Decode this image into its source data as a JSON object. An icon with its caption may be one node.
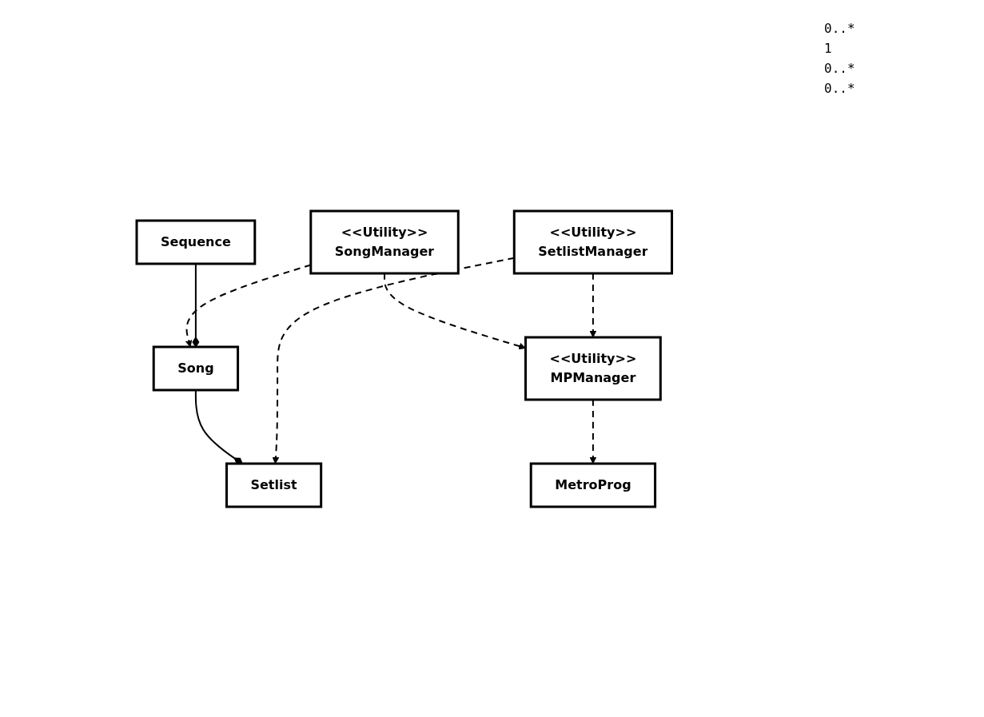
{
  "diagram": {
    "nodes": [
      {
        "text": [
          "<<Utility>>",
          "SongManager"
        ]
      },
      {
        "text": [
          "MetroProg"
        ]
      },
      {
        "text": [
          "Sequence"
        ]
      },
      {
        "text": [
          "Song"
        ]
      },
      {
        "text": [
          "<<Utility>>",
          "MPManager"
        ]
      },
      {
        "text": [
          "<<Utility>>",
          "SetlistManager"
        ]
      },
      {
        "text": [
          "Setlist"
        ]
      }
    ],
    "edges": [
      {
        "from": 0,
        "to": 3,
        "arrow": "to",
        "style": "dashed"
      },
      {
        "from": 0,
        "to": 4,
        "arrow": "to",
        "style": "dashed"
      },
      {
        "from": 4,
        "to": 1,
        "arrow": "to",
        "style": "dashed"
      },
      {
        "from": 2,
        "to": 3,
        "arrow": "other"
      },
      {
        "from": 3,
        "to": 6,
        "arrow": "other"
      },
      {
        "from": 5,
        "to": 6,
        "arrow": "to",
        "style": "dashed"
      },
      {
        "from": 5,
        "to": 4,
        "arrow": "to",
        "style": "dashed"
      }
    ],
    "labels": [
      "0..*",
      "1",
      "0..*",
      "0..*"
    ]
  }
}
